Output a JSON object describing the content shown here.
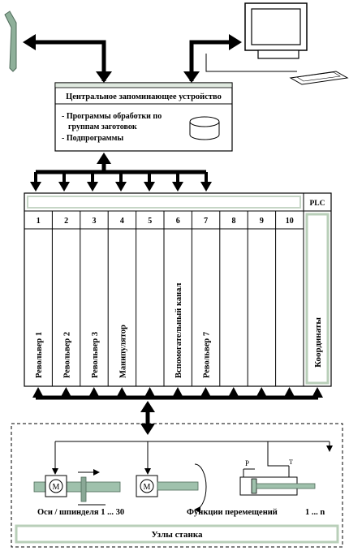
{
  "memory": {
    "title": "Центральное запоминающее устройство",
    "line1": "- Программы обработки по",
    "line2": "группам заготовок",
    "line3": "- Подпрограммы"
  },
  "controller": {
    "plc_label": "PLC",
    "channel_numbers": [
      "1",
      "2",
      "3",
      "4",
      "5",
      "6",
      "7",
      "8",
      "9",
      "10"
    ],
    "channel_labels": [
      "Револьвер 1",
      "Револьвер 2",
      "Револьвер 3",
      "Манипулятор",
      "",
      "Вспомогательный канал",
      "Револьвер 7",
      "",
      "",
      ""
    ],
    "coordinates_label": "Координаты"
  },
  "machine": {
    "axes_label": "Оси / шпинделя 1 ... 30",
    "functions_label": "Функции перемещений",
    "functions_range": "1 ... n",
    "motor_symbol": "M",
    "cylinder_p": "P",
    "cylinder_t": "T",
    "footer": "Узлы станка"
  }
}
